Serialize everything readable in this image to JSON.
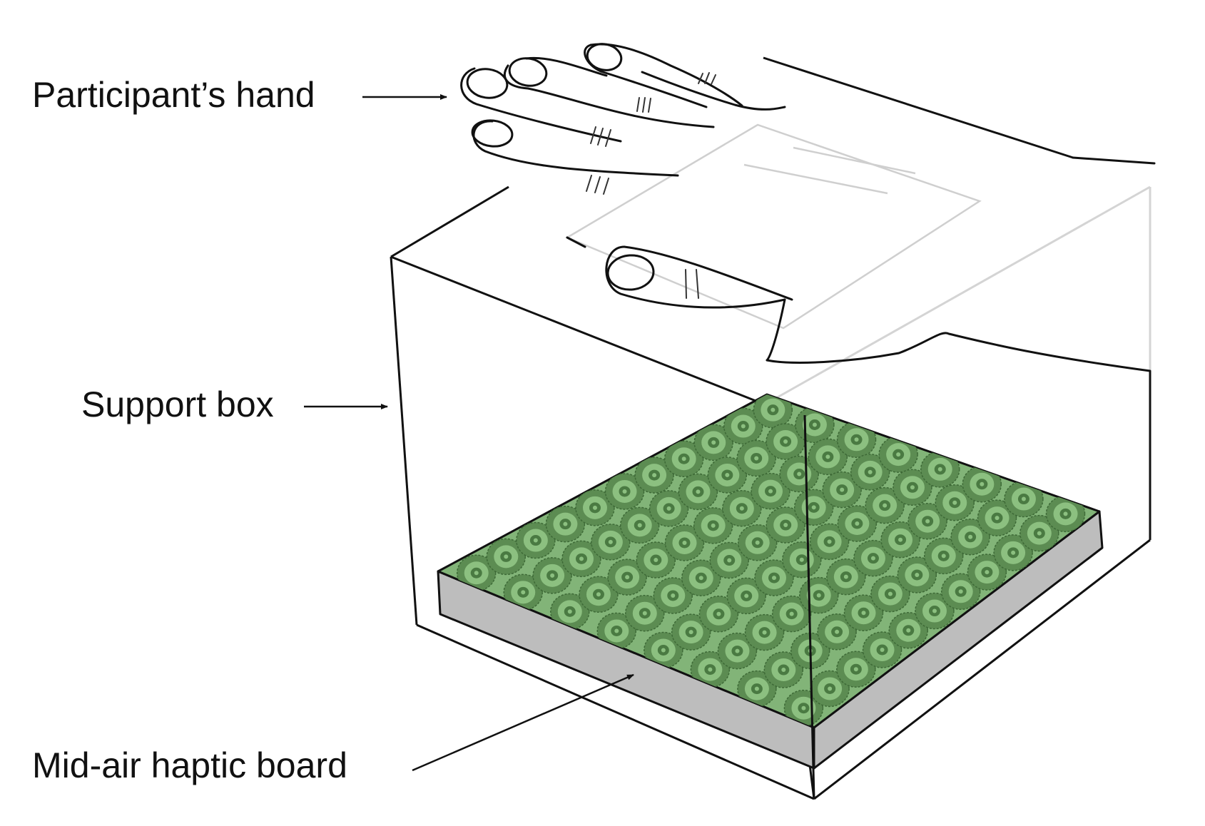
{
  "labels": {
    "hand": "Participant’s hand",
    "box": "Support box",
    "board": "Mid-air haptic board"
  },
  "colors": {
    "line": "#111111",
    "board_surface": "#82b478",
    "board_side": "#bdbdbd",
    "transducer_outer": "#5c8c52",
    "transducer_mid": "#8cc080",
    "transducer_inner": "#4a7a42",
    "faint_edge": "#d4d4d4"
  },
  "board": {
    "transducer_grid": {
      "rows": 8,
      "cols": 11
    }
  }
}
